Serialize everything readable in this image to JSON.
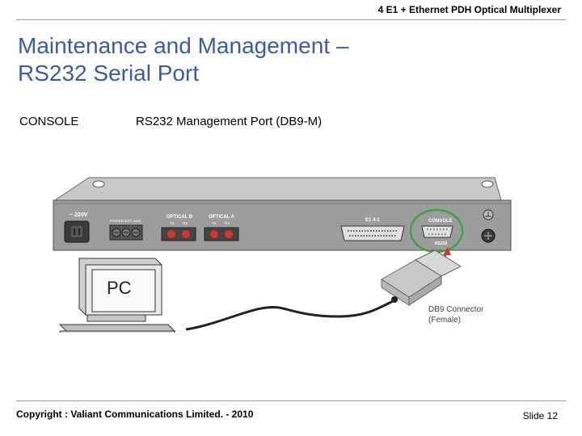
{
  "header": {
    "product": "4 E1 + Ethernet PDH Optical Multiplexer"
  },
  "slide": {
    "title_line1": "Maintenance and Management –",
    "title_line2": "RS232 Serial Port"
  },
  "content": {
    "label": "CONSOLE",
    "description": "RS232 Management Port (DB9-M)"
  },
  "diagram": {
    "power_label": "~ 220V",
    "power_ext_label": "POWER EXT. ALM.",
    "optical_b_label": "OPTICAL B",
    "optical_a_label": "OPTICAL A",
    "tx_label": "TX",
    "rx_label": "RX",
    "e1_label": "E1 4-1",
    "console_label": "CONSOLE",
    "rs232_label": "RS232",
    "pc_label": "PC",
    "connector_label_1": "DB9 Connector",
    "connector_label_2": "(Female)",
    "colors": {
      "panel": "#9c9c9c",
      "led": "#d9342b",
      "arrow": "#d9342b",
      "highlight": "#3aa73a"
    }
  },
  "footer": {
    "copyright": "Copyright : Valiant Communications Limited. - 2010",
    "slide_number": "Slide 12"
  }
}
